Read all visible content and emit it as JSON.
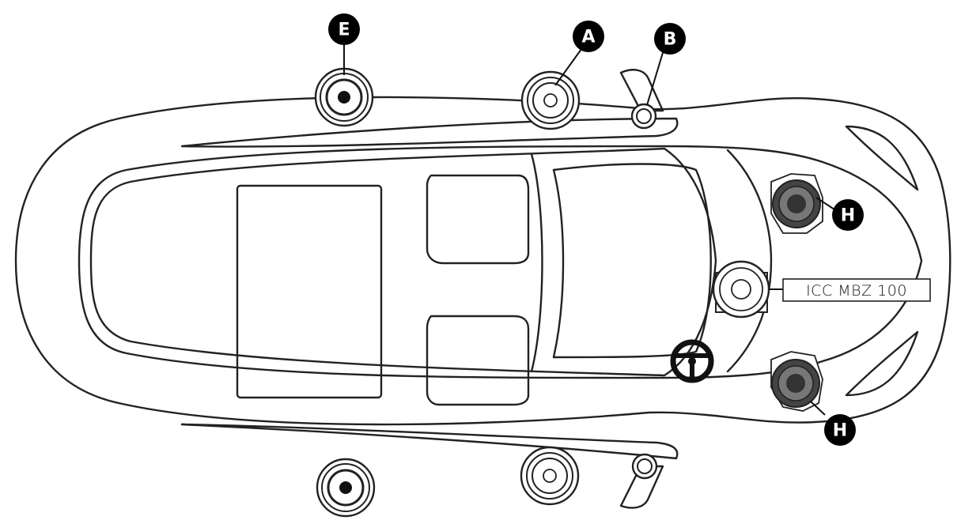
{
  "diagram": {
    "labels": {
      "A": "A",
      "B": "B",
      "E": "E",
      "H1": "H",
      "H2": "H"
    },
    "model_label": "ICC MBZ 100",
    "colors": {
      "outline": "#222222",
      "badge": "#000000",
      "badge_text": "#ffffff",
      "background": "#ffffff"
    },
    "icons": [
      "car-top-view-outline",
      "speaker-icon",
      "tweeter-icon",
      "steering-wheel-icon"
    ]
  }
}
